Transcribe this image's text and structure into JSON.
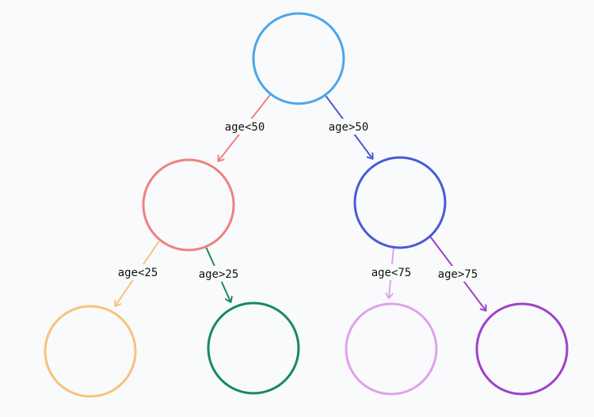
{
  "tree": {
    "nodes": [
      {
        "id": "root",
        "color": "#4aa6e8"
      },
      {
        "id": "left",
        "color": "#f08080"
      },
      {
        "id": "right",
        "color": "#4a5ad8"
      },
      {
        "id": "left-left",
        "color": "#f7c27a"
      },
      {
        "id": "left-right",
        "color": "#178a5a"
      },
      {
        "id": "right-left",
        "color": "#e0a0ee"
      },
      {
        "id": "right-right",
        "color": "#a040c8"
      }
    ],
    "edges": [
      {
        "from": "root",
        "to": "left",
        "label": "age<50",
        "color": "#f08080"
      },
      {
        "from": "root",
        "to": "right",
        "label": "age>50",
        "color": "#4a5ad8"
      },
      {
        "from": "left",
        "to": "left-left",
        "label": "age<25",
        "color": "#f7c27a"
      },
      {
        "from": "left",
        "to": "left-right",
        "label": "age>25",
        "color": "#178a5a"
      },
      {
        "from": "right",
        "to": "right-left",
        "label": "age<75",
        "color": "#e0a0ee"
      },
      {
        "from": "right",
        "to": "right-right",
        "label": "age>75",
        "color": "#a040c8"
      }
    ]
  }
}
